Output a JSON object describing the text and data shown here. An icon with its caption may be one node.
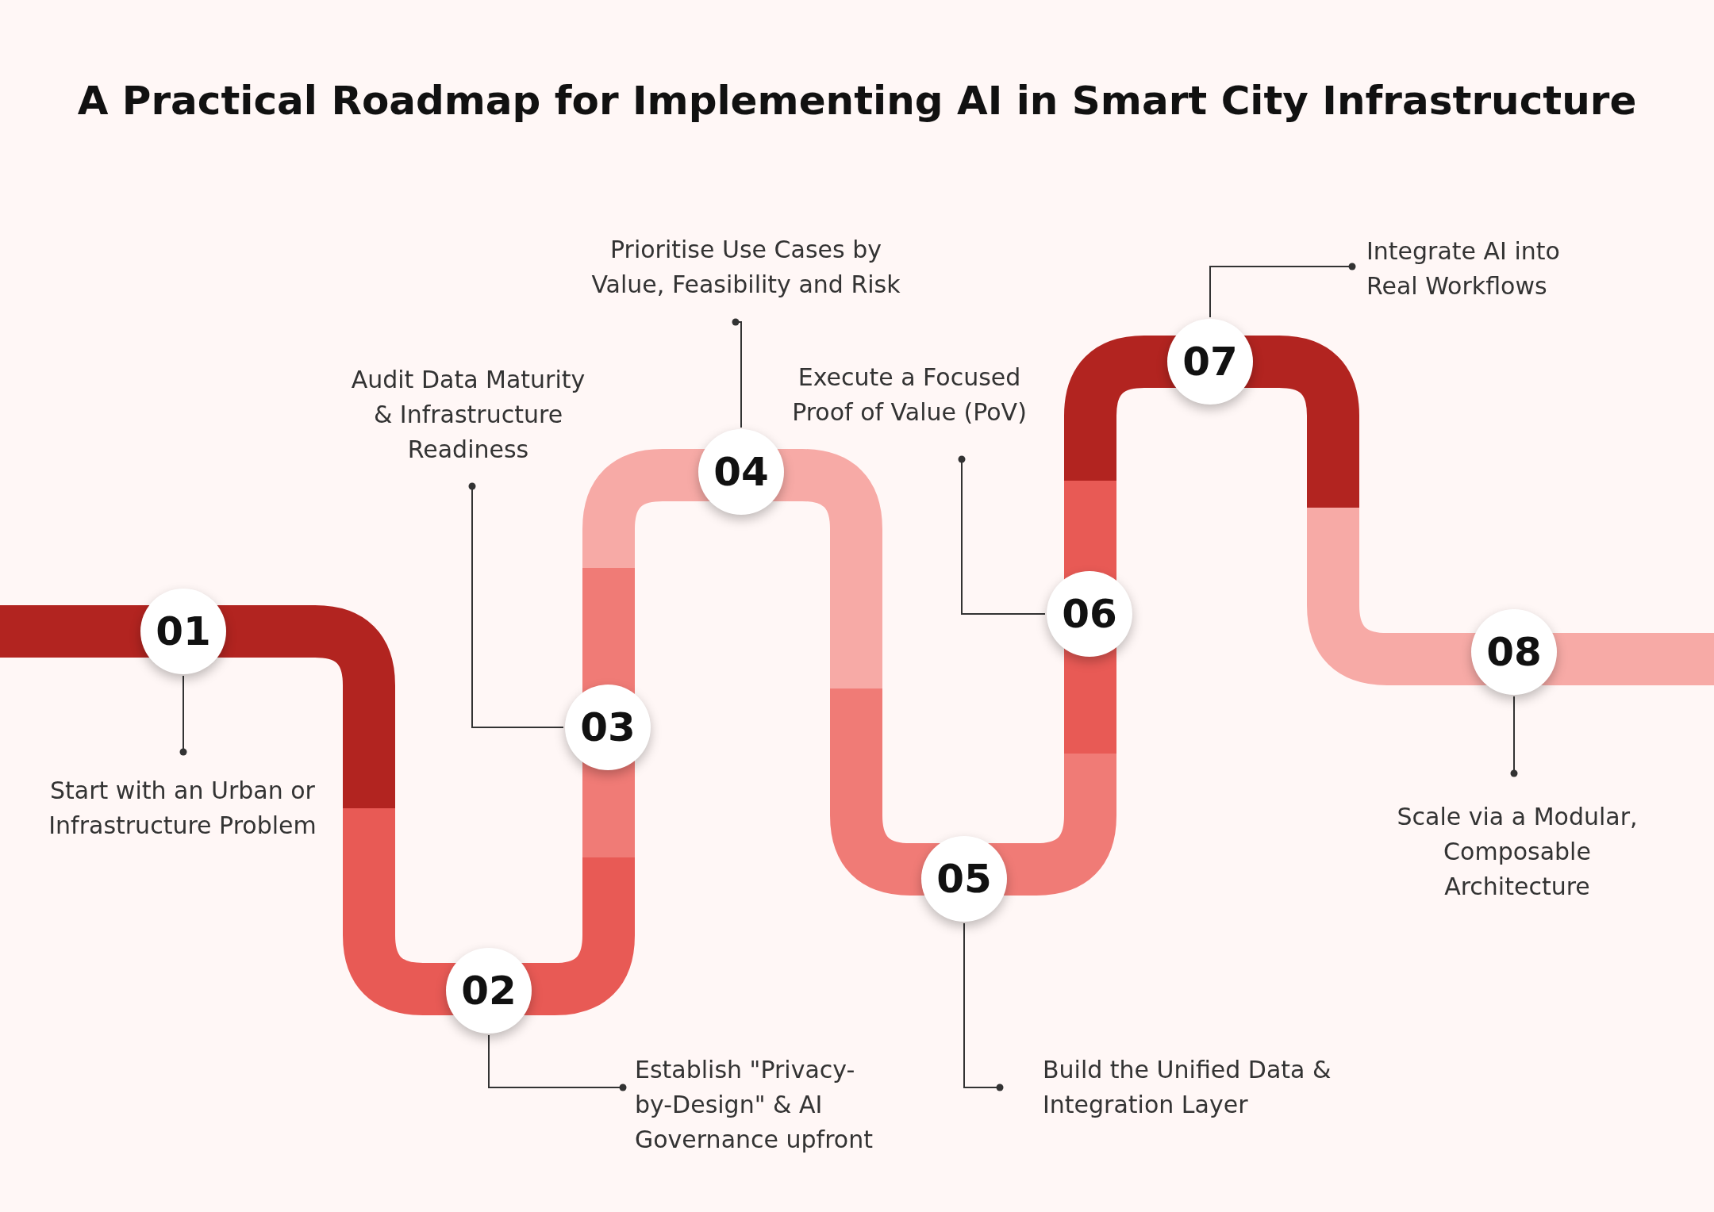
{
  "diagram": {
    "title": "A Practical Roadmap for Implementing AI in Smart City Infrastructure",
    "nodes": [
      {
        "text": [
          "01"
        ]
      },
      {
        "text": [
          "02"
        ]
      },
      {
        "text": [
          "03"
        ]
      },
      {
        "text": [
          "04"
        ]
      },
      {
        "text": [
          "05"
        ]
      },
      {
        "text": [
          "06"
        ]
      },
      {
        "text": [
          "07"
        ]
      },
      {
        "text": [
          "08"
        ]
      },
      {
        "text": [
          "Start with an Urban or Infrastructure Problem"
        ]
      },
      {
        "text": [
          "Establish \"Privacy-by-Design\" & AI Governance upfront"
        ]
      },
      {
        "text": [
          "Audit Data Maturity & Infrastructure Readiness"
        ]
      },
      {
        "text": [
          "Prioritise Use Cases by Value, Feasibility and Risk"
        ]
      },
      {
        "text": [
          "Build the Unified Data & Integration Layer"
        ]
      },
      {
        "text": [
          "Execute a Focused Proof of Value (PoV)"
        ]
      },
      {
        "text": [
          "Integrate AI into Real Workflows"
        ]
      },
      {
        "text": [
          "Scale via a Modular, Composable Architecture"
        ]
      }
    ],
    "edges": [
      {
        "from": 8,
        "to": 0,
        "arrow": "other"
      },
      {
        "from": 9,
        "to": 1,
        "arrow": "other"
      },
      {
        "from": 10,
        "to": 2,
        "arrow": "other"
      },
      {
        "from": 11,
        "to": 3,
        "arrow": "other"
      },
      {
        "from": 12,
        "to": 4,
        "arrow": "other"
      },
      {
        "from": 13,
        "to": 5,
        "arrow": "other"
      },
      {
        "from": 14,
        "to": 6,
        "arrow": "other"
      },
      {
        "from": 15,
        "to": 7,
        "arrow": "other"
      }
    ]
  }
}
